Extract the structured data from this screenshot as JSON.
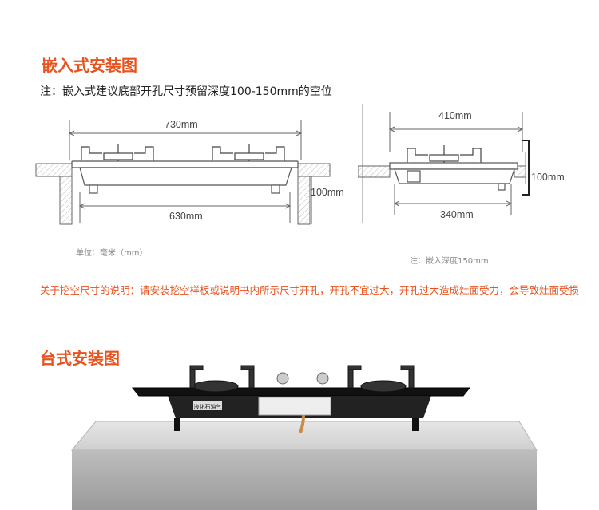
{
  "embedded": {
    "title": "嵌入式安装图",
    "note": "注：嵌入式建议底部开孔尺寸预留深度100-150mm的空位",
    "front": {
      "top_width": "730mm",
      "bottom_width": "630mm",
      "height": "100mm",
      "unit_note": "单位：毫米（mm）"
    },
    "side": {
      "top_width": "410mm",
      "bottom_width": "340mm",
      "height": "100mm",
      "depth_note": "注：嵌入深度150mm"
    },
    "warning": "关于挖空尺寸的说明：请安装挖空样板或说明书内所示尺寸开孔，开孔不宜过大，开孔过大造成灶面受力，会导致灶面受损"
  },
  "tabletop": {
    "title": "台式安装图",
    "brand_label": "液化石油气"
  },
  "colors": {
    "accent": "#e8521e",
    "line": "#777777"
  }
}
